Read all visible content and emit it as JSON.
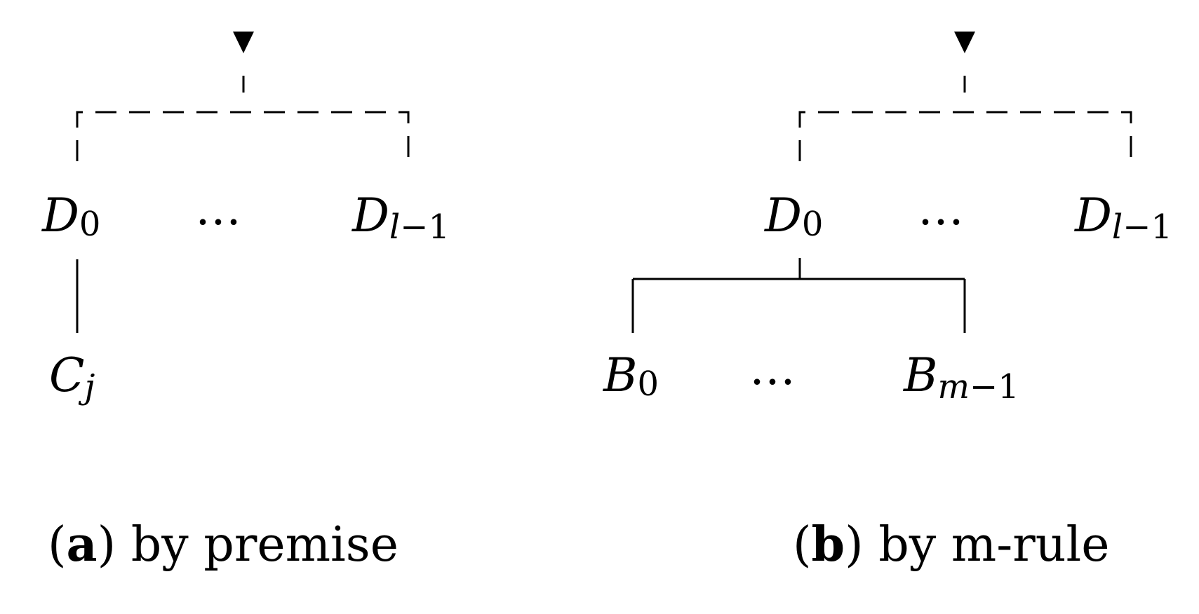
{
  "colors": {
    "ink": "#000000",
    "background": "#ffffff"
  },
  "panel_a": {
    "top_marker_icon": "down-triangle-icon",
    "nodes": {
      "d_first": {
        "base": "D",
        "sub": "0"
      },
      "ellipsis": "…",
      "d_last": {
        "base": "D",
        "sub_var": "l",
        "sub_rest": "−1"
      },
      "c": {
        "base": "C",
        "sub": "j"
      }
    },
    "caption": {
      "open": "(",
      "letter": "a",
      "close": ")",
      "text": " by premise"
    }
  },
  "panel_b": {
    "top_marker_icon": "down-triangle-icon",
    "nodes": {
      "d_first": {
        "base": "D",
        "sub": "0"
      },
      "ellipsis": "…",
      "d_last": {
        "base": "D",
        "sub_var": "l",
        "sub_rest": "−1"
      },
      "b_first": {
        "base": "B",
        "sub": "0"
      },
      "b_ellipsis": "…",
      "b_last": {
        "base": "B",
        "sub_var": "m",
        "sub_rest": "−1"
      }
    },
    "caption": {
      "open": "(",
      "letter": "b",
      "close": ")",
      "text": " by m-rule"
    }
  }
}
